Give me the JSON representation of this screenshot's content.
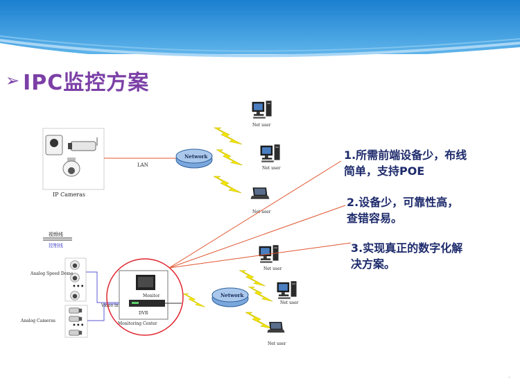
{
  "slide": {
    "title": "IPC监控方案",
    "title_marker": "➢",
    "page_marker": "-",
    "colors": {
      "banner": "#1f8ad6",
      "title": "#7b3fa6",
      "note": "#1d2a6b",
      "line": "#e0552e",
      "lightning": "#f2e600",
      "circle": "#e0232e"
    }
  },
  "diagram": {
    "ip_cameras_label": "IP Cameras",
    "lan_label": "LAN",
    "network_top_label": "Network",
    "network_bottom_label": "Network",
    "net_user_labels": [
      "Net user",
      "Net user",
      "Net user",
      "Net user",
      "Net user",
      "Net user"
    ],
    "legend_video": "视频线",
    "legend_control": "控制线",
    "analog_speed_dome_label": "Analog Speed Dome",
    "analog_cameras_label": "Analog Cameras",
    "video_in_label": "Video in",
    "monitor_label": "Monitor",
    "dvr_label": "DVR",
    "monitoring_center_label": "Monitoring Center"
  },
  "notes": [
    {
      "line1": "1.所需前端设备少，布线",
      "line2": "简单，支持POE"
    },
    {
      "line1": "2.设备少，可靠性高，",
      "line2": "查错容易。"
    },
    {
      "line1": "3.实现真正的数字化解",
      "line2": "决方案。"
    }
  ]
}
